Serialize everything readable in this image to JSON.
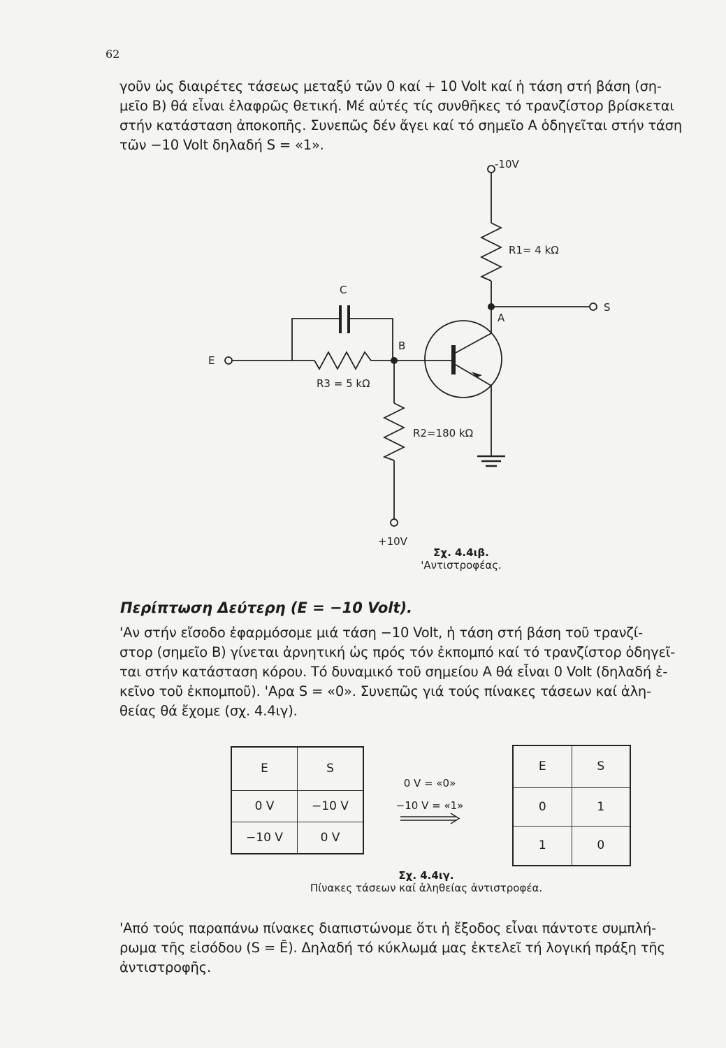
{
  "page_number": "62",
  "intro_paragraph": [
    "γοῦν ὡς διαιρέτες τάσεως μεταξύ τῶν 0 καί + 10 Volt καί ἡ τάση στή βάση (ση-",
    "μεῖο Β) θά εἶναι ἐλαφρῶς θετική. Μέ αὐτές τίς συνθῆκες τό τρανζίστορ βρίσκεται",
    "στήν κατάσταση ἀποκοπῆς. Συνεπῶς δέν ἄγει καί τό σημεῖο Α ὁδηγεῖται στήν τάση",
    "τῶν −10 Volt δηλαδή S = «1»."
  ],
  "circuit": {
    "supply_negative": "-10V",
    "supply_positive": "+10V",
    "r1_label": "R1= 4 kΩ",
    "r2_label": "R2=180 kΩ",
    "r3_label": "R3 = 5 kΩ",
    "capacitor_label": "C",
    "node_a": "A",
    "node_b": "B",
    "input_label": "E",
    "output_label": "S",
    "caption_number": "Σχ. 4.4ιβ.",
    "caption_text": "'Αντιστροφέας."
  },
  "case_heading": "Περίπτωση Δεύτερη (E = −10 Volt).",
  "case_paragraph": [
    "'Αν στήν εἴσοδο ἐφαρμόσομε μιά τάση −10 Volt, ἡ τάση στή βάση τοῦ τρανζί-",
    "στορ (σημεῖο Β) γίνεται ἀρνητική ὡς πρός τόν ἐκπομπό καί τό τρανζίστορ ὁδηγεῖ-",
    "ται στήν κατάσταση κόρου. Τό δυναμικό τοῦ σημείου Α θά εἶναι 0 Volt (δηλαδή ἐ-",
    "κεῖνο τοῦ ἐκπομποῦ). 'Αρα S = «0». Συνεπῶς γιά τούς πίνακες τάσεων καί ἀλη-",
    "θείας θά ἔχομε (σχ. 4.4ιγ)."
  ],
  "voltage_table": {
    "headers": [
      "E",
      "S"
    ],
    "rows": [
      [
        "0 V",
        "−10 V"
      ],
      [
        "−10 V",
        "0 V"
      ]
    ]
  },
  "mapping": [
    "0 V = «0»",
    "−10 V = «1»"
  ],
  "truth_table": {
    "headers": [
      "E",
      "S"
    ],
    "rows": [
      [
        "0",
        "1"
      ],
      [
        "1",
        "0"
      ]
    ]
  },
  "tables_caption_number": "Σχ. 4.4ιγ.",
  "tables_caption_text": "Πίνακες τάσεων καί ἀληθείας ἀντιστροφέα.",
  "conclusion_paragraph": [
    "'Από τούς παραπάνω πίνακες διαπιστώνομε ὅτι ἡ ἔξοδος εἶναι πάντοτε συμπλή-",
    "ρωμα τῆς εἰσόδου (S = Ē). Δηλαδή τό κύκλωμά μας ἐκτελεῖ τή λογική πράξη τῆς",
    "ἀντιστροφῆς."
  ]
}
